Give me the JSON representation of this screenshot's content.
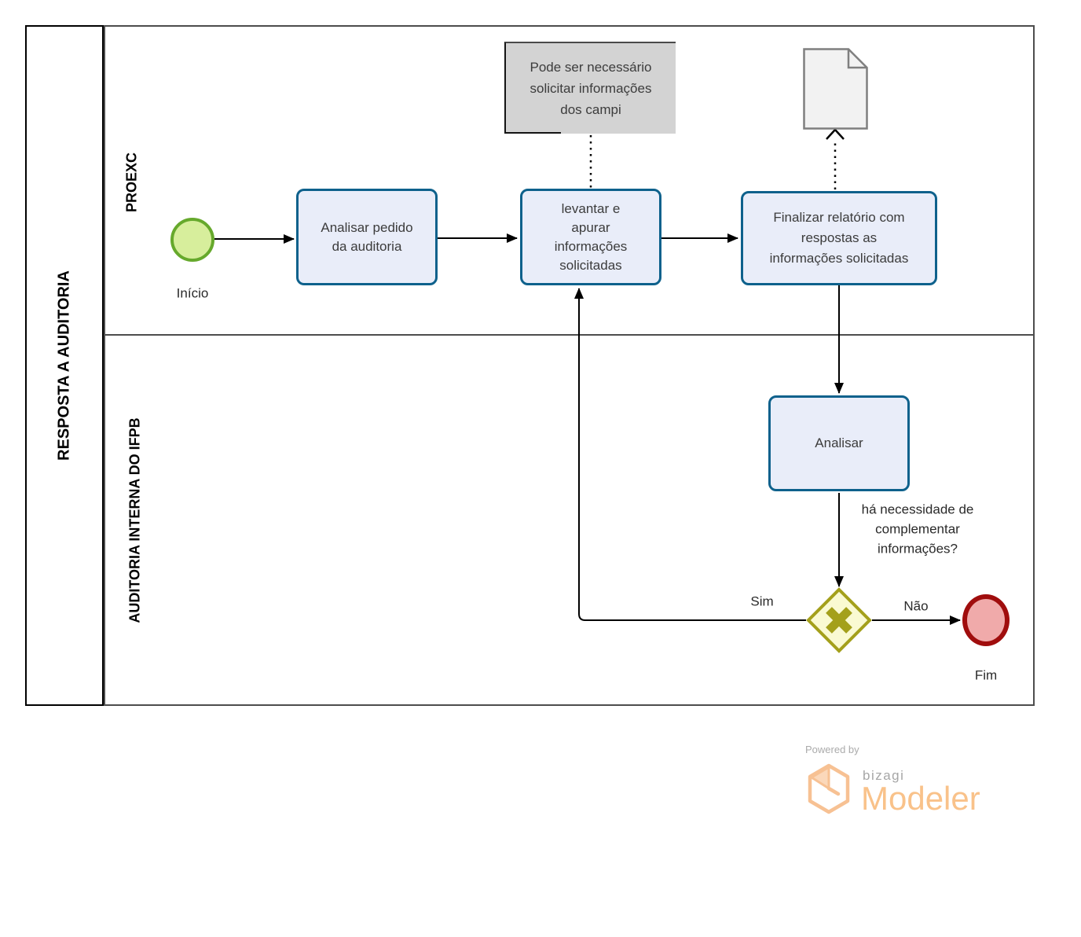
{
  "pool": {
    "title": "RESPOSTA A AUDITORIA",
    "lanes": [
      {
        "label": "PROEXC"
      },
      {
        "label": "AUDITORIA INTERNA DO IFPB"
      }
    ]
  },
  "nodes": {
    "start": {
      "label": "Início"
    },
    "task_analisar_pedido": {
      "label": "Analisar pedido\nda auditoria"
    },
    "task_levantar_apurar": {
      "label": "levantar e\napurar\ninformações\nsolicitadas"
    },
    "task_finalizar_relatorio": {
      "label": "Finalizar relatório com\nrespostas as\ninformações solicitadas"
    },
    "task_analisar": {
      "label": "Analisar"
    },
    "annotation": {
      "text": "Pode ser necessário\nsolicitar informações\ndos campi"
    },
    "gateway": {
      "question": "há necessidade de\ncomplementar\ninformações?",
      "branch_yes": "Sim",
      "branch_no": "Não"
    },
    "end": {
      "label": "Fim"
    }
  },
  "branding": {
    "powered_by": "Powered by",
    "brand": "bizagi",
    "product": "Modeler"
  },
  "colors": {
    "task_fill": "#E9EDF9",
    "task_border": "#0E618C",
    "start_fill": "#D7EE9C",
    "start_border": "#66A92C",
    "end_fill": "#F0AAAA",
    "end_border": "#A00D0D",
    "gateway_fill": "#FAFAD2",
    "gateway_border": "#A4A01B",
    "annotation_fill": "#D3D3D3",
    "lane_border": "#4D4D4D",
    "pool_border": "#000000",
    "brand_orange": "#F9C28A"
  }
}
